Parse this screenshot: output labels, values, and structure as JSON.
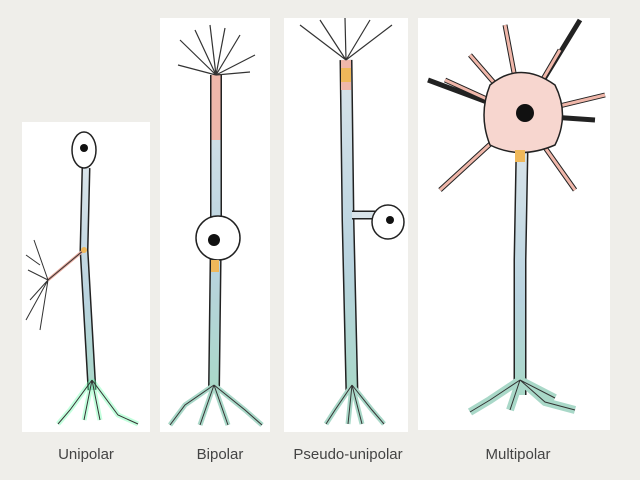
{
  "labels": {
    "unipolar": "Unipolar",
    "bipolar": "Bipolar",
    "pseudo_unipolar": "Pseudo-unipolar",
    "multipolar": "Multipolar"
  },
  "colors": {
    "background": "#efeeea",
    "panel": "#ffffff",
    "axon": "#c9dbe3",
    "dendrite": "#f0b7aa",
    "axon_hillock": "#f0b85a",
    "terminal": "#a9d8c8",
    "nucleus": "#111111",
    "outline": "#222222"
  }
}
